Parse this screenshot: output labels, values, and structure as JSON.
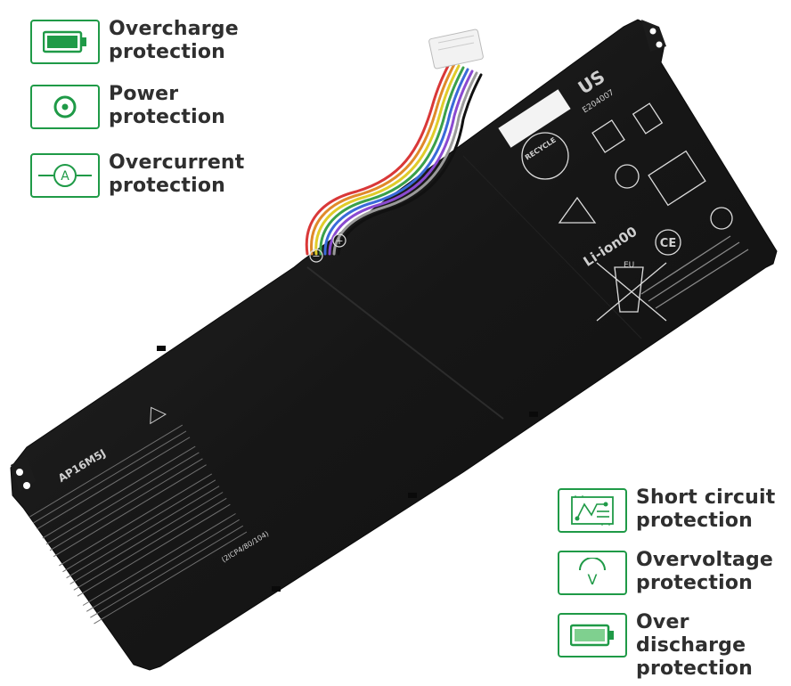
{
  "left_features": [
    {
      "line1": "Overcharge",
      "line2": "protection",
      "icon": "battery-full-icon"
    },
    {
      "line1": "Power",
      "line2": "protection",
      "icon": "power-icon"
    },
    {
      "line1": "Overcurrent",
      "line2": "protection",
      "icon": "ammeter-icon"
    }
  ],
  "right_features": [
    {
      "line1": "Short circuit",
      "line2": "protection",
      "icon": "circuit-board-icon"
    },
    {
      "line1": "Overvoltage",
      "line2": "protection",
      "icon": "voltmeter-icon"
    },
    {
      "line1": "Over discharge",
      "line2": "protection",
      "icon": "battery-low-icon"
    }
  ],
  "battery": {
    "model": "AP16M5J",
    "eu_label": "EU",
    "li_ion_label": "Li-ion00",
    "recycle_label": "RECYCLE",
    "ce_mark": "CE",
    "ul_suffix": "US",
    "ul_file": "E204007",
    "part_code": "(2ICP4/80/104)",
    "terminal_minus": "−",
    "terminal_plus": "+"
  },
  "colors": {
    "accent_green": "#1f9a47",
    "battery_body": "#1a1a1a"
  }
}
